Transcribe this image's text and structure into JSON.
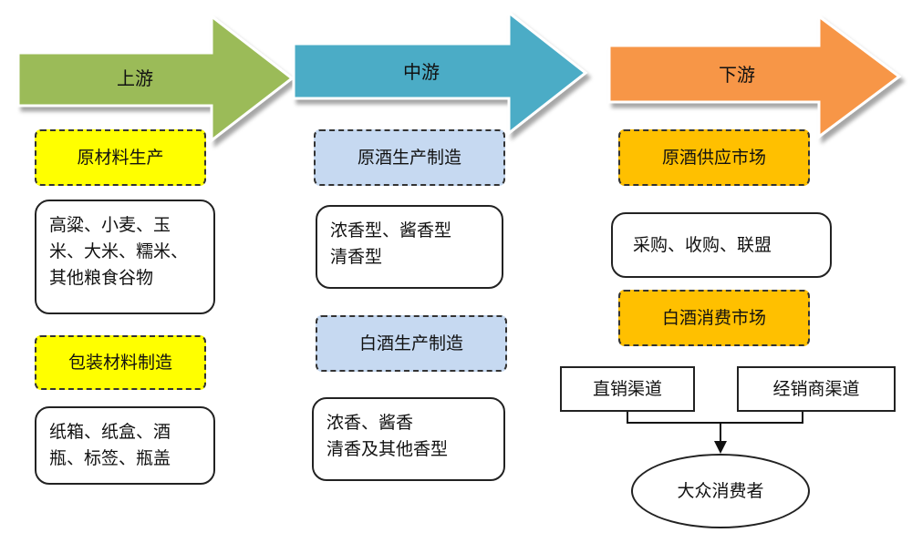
{
  "stages": [
    {
      "label": "上游",
      "color": "#9bbb59"
    },
    {
      "label": "中游",
      "color": "#4bacc6"
    },
    {
      "label": "下游",
      "color": "#f79646"
    }
  ],
  "upstream": {
    "raw_material_title": "原材料生产",
    "raw_material_items": [
      "高粱、小麦、玉",
      "米、大米、糯米、",
      "其他粮食谷物"
    ],
    "packaging_title": "包装材料制造",
    "packaging_items": [
      "纸箱、纸盒、酒",
      "瓶、标签、瓶盖"
    ]
  },
  "midstream": {
    "base_liquor_title": "原酒生产制造",
    "base_liquor_items": [
      "浓香型、酱香型",
      "清香型"
    ],
    "baijiu_title": "白酒生产制造",
    "baijiu_items": [
      "浓香、酱香",
      "清香及其他香型"
    ]
  },
  "downstream": {
    "supply_market_title": "原酒供应市场",
    "supply_market_items": "采购、收购、联盟",
    "consumer_market_title": "白酒消费市场",
    "direct_channel": "直销渠道",
    "distributor_channel": "经销商渠道",
    "consumers": "大众消费者"
  },
  "colors": {
    "yellow_box": "#ffff00",
    "blue_box": "#c6d9f1",
    "orange_box": "#ffc000"
  }
}
